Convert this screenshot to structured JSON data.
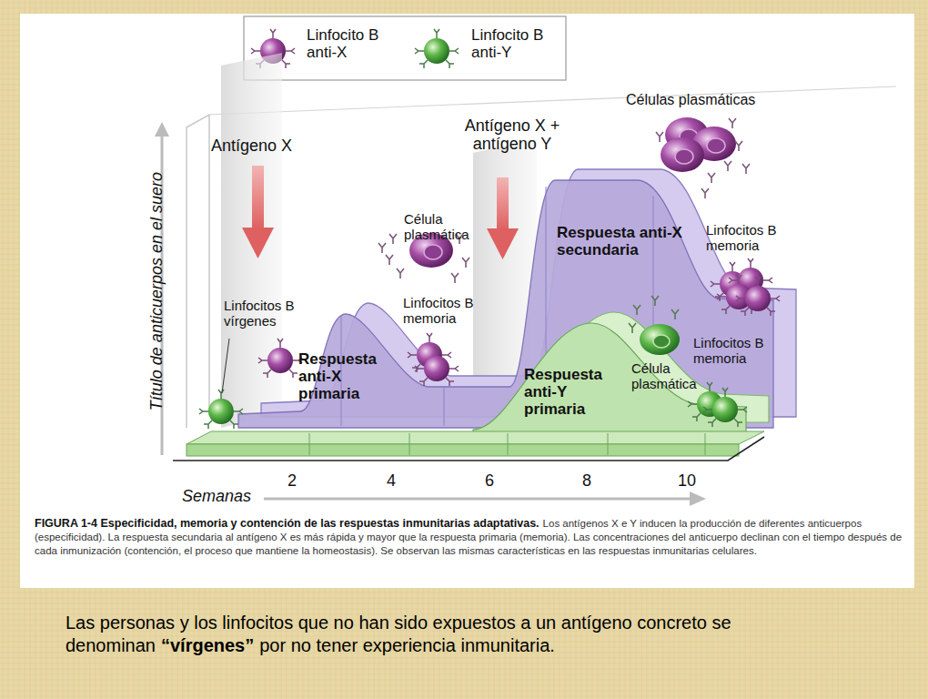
{
  "diagram": {
    "caption": "FIGURA 1-4 Especificidad, memoria y contención de las respuestas inmunitarias adaptativas.",
    "labels": [
      "Antígeno X",
      "Antígeno X + antígeno Y",
      "Título de anticuerpos en el suero",
      "Semanas",
      "2",
      "4",
      "6",
      "8",
      "10",
      "Linfocitos B vírgenes",
      "Célula plasmática",
      "Linfocitos B memoria",
      "Respuesta anti-X primaria",
      "Células plasmáticas",
      "Respuesta anti-X secundaria",
      "Respuesta anti-Y primaria",
      "Linfocitos B memoria",
      "Célula plasmática",
      "Linfocitos B memoria",
      "Los antígenos X e Y inducen la producción de diferentes anticuerpos (especificidad). La respuesta secundaria al antígeno X es más rápida y mayor que la respuesta primaria (memoria). Las concentraciones del anticuerpo declinan con el tiempo después de cada inmunización (contención, el proceso que mantiene la homeostasis). Se observan las mismas características en las respuestas inmunitarias celulares.",
      "Las personas y los linfocitos que no han sido expuestos a un antígeno concreto se denominan",
      "“vírgenes”",
      "por no tener experiencia inmunitaria."
    ],
    "legend": [
      {
        "text": "Linfocito B anti-X"
      },
      {
        "text": "Linfocito B anti-Y"
      }
    ]
  }
}
